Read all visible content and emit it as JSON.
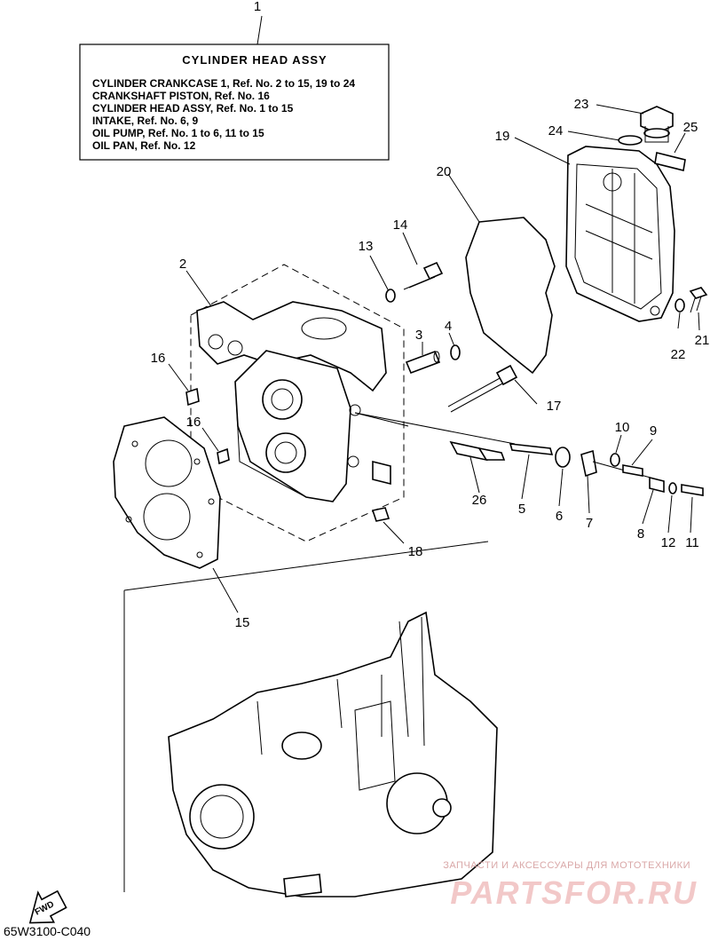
{
  "assembly_box": {
    "callout": "1",
    "title": "CYLINDER HEAD ASSY",
    "lines": [
      "CYLINDER CRANKCASE 1, Ref. No. 2 to 15, 19 to 24",
      "CRANKSHAFT PISTON, Ref. No. 16",
      "CYLINDER HEAD ASSY, Ref. No. 1 to 15",
      "INTAKE,  Ref. No. 6, 9",
      "OIL PUMP, Ref. No. 1 to 6, 11 to 15",
      "OIL PAN,  Ref. No. 12"
    ]
  },
  "callouts": {
    "n2": "2",
    "n3": "3",
    "n4": "4",
    "n5": "5",
    "n6": "6",
    "n7": "7",
    "n8": "8",
    "n9": "9",
    "n10": "10",
    "n11": "11",
    "n12": "12",
    "n13": "13",
    "n14": "14",
    "n15": "15",
    "n16a": "16",
    "n16b": "16",
    "n17": "17",
    "n18": "18",
    "n19": "19",
    "n20": "20",
    "n21": "21",
    "n22": "22",
    "n23": "23",
    "n24": "24",
    "n25": "25",
    "n26": "26"
  },
  "watermark": {
    "tagline": "ЗАПЧАСТИ И АКСЕССУАРЫ ДЛЯ МОТОТЕХНИКИ",
    "brand": "PARTSFOR.RU"
  },
  "fwd_label": "FWD",
  "diagram_code": "65W3100-C040"
}
